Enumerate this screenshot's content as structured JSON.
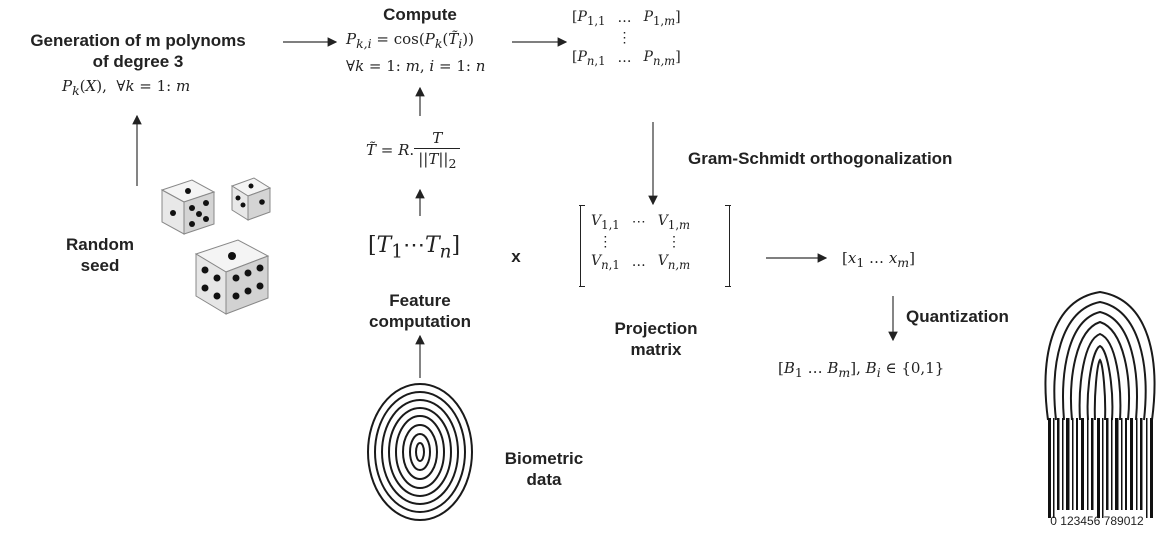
{
  "labels": {
    "generation": [
      "Generation of m polynoms",
      "of degree 3"
    ],
    "compute": "Compute",
    "random_seed": [
      "Random",
      "seed"
    ],
    "feature_computation": [
      "Feature",
      "computation"
    ],
    "biometric_data": [
      "Biometric",
      "data"
    ],
    "gram_schmidt": "Gram-Schmidt orthogonalization",
    "projection_matrix": [
      "Projection",
      "matrix"
    ],
    "quantization": "Quantization",
    "multiply": "x"
  },
  "barcode_digits": "0 123456 789012",
  "icons": [
    "dice-icon",
    "fingerprint-icon",
    "fingerprint-barcode-icon"
  ]
}
